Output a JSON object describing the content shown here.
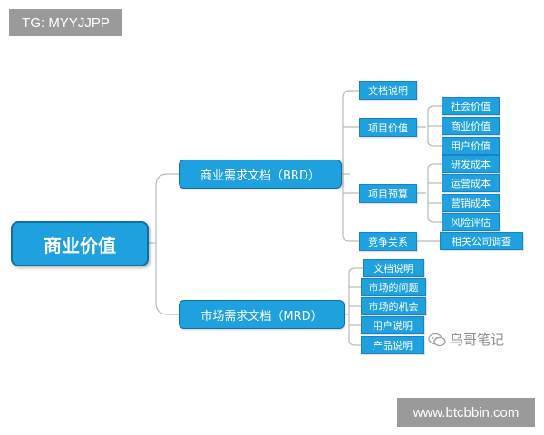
{
  "tags": {
    "top": "TG: MYYJJPP",
    "bottom": "www.btcbbin.com"
  },
  "root": "商业价值",
  "brd": {
    "title": "商业需求文档（BRD）",
    "doc": "文档说明",
    "value": {
      "label": "项目价值",
      "items": [
        "社会价值",
        "商业价值",
        "用户价值"
      ]
    },
    "budget": {
      "label": "项目预算",
      "items": [
        "研发成本",
        "运营成本",
        "营销成本",
        "风险评估"
      ]
    },
    "competition": {
      "label": "竞争关系",
      "items": [
        "相关公司调查"
      ]
    }
  },
  "mrd": {
    "title": "市场需求文档（MRD）",
    "items": [
      "文档说明",
      "市场的问题",
      "市场的机会",
      "用户说明",
      "产品说明"
    ]
  },
  "watermark": "乌哥笔记",
  "colors": {
    "node_fill": "#1fa1e0",
    "node_border": "#0e6fa6",
    "line": "#b9b9b9",
    "tag_bg": "#9a9a9a"
  }
}
